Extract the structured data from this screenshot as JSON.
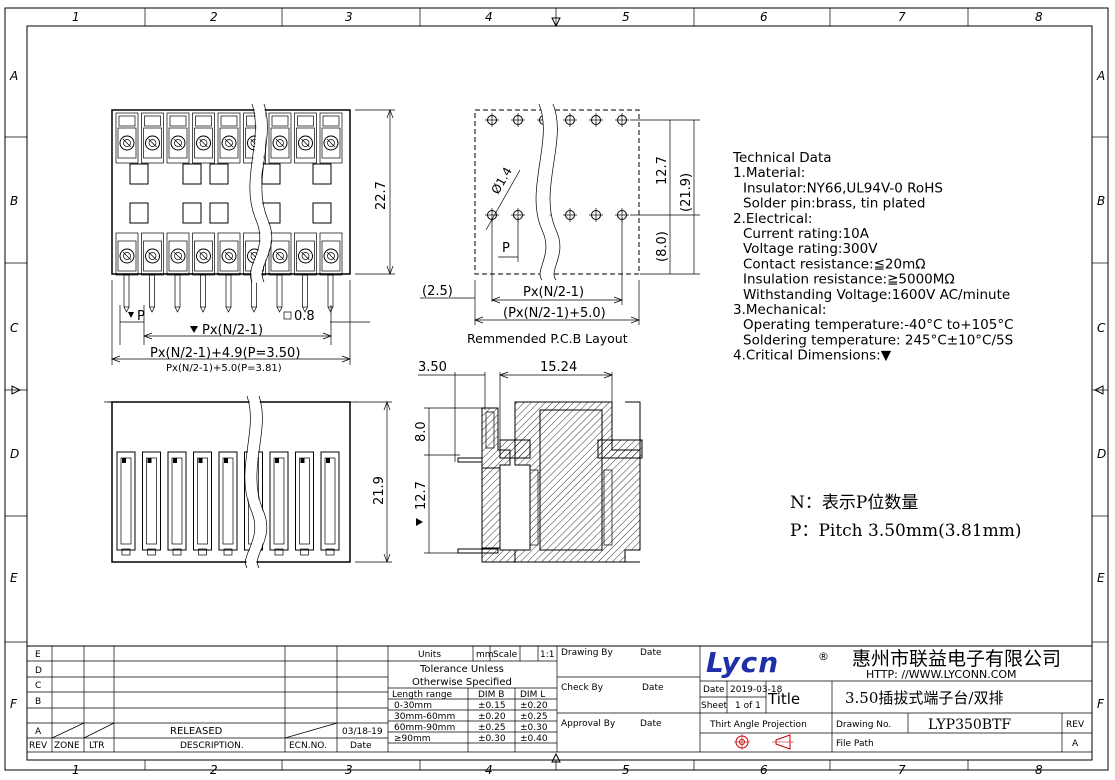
{
  "border": {
    "zone_cols": [
      "1",
      "2",
      "3",
      "4",
      "5",
      "6",
      "7",
      "8"
    ],
    "zone_rows": [
      "A",
      "B",
      "C",
      "D",
      "E",
      "F"
    ]
  },
  "views": {
    "front": {
      "dim_height": "22.7",
      "dim_p": "P",
      "dim_span": "Px(N/2-1)",
      "dim_pin": "0.8",
      "dim_total": "Px(N/2-1)+4.9(P=3.50)",
      "dim_total_alt": "Px(N/2-1)+5.0(P=3.81)"
    },
    "pcb": {
      "dim_hole": "Ø1.4",
      "dim_127": "12.7",
      "dim_219": "(21.9)",
      "dim_80": "(8.0)",
      "dim_25": "(2.5)",
      "dim_span": "Px(N/2-1)",
      "dim_span_total": "(Px(N/2-1)+5.0)",
      "dim_p": "P",
      "caption": "Remmended P.C.B Layout"
    },
    "bottom": {
      "dim_height": "21.9"
    },
    "side": {
      "dim_350": "3.50",
      "dim_1524": "15.24",
      "dim_80": "8.0",
      "dim_127": "12.7"
    }
  },
  "tech": {
    "lines": [
      "Technical Data",
      "1.Material:",
      "  Insulator:NY66,UL94V-0 RoHS",
      "  Solder pin:brass, tin plated",
      "2.Electrical:",
      "  Current rating:10A",
      "  Voltage rating:300V",
      "  Contact resistance:≦20mΩ",
      "  Insulation resistance:≧5000MΩ",
      "  Withstanding Voltage:1600V AC/minute",
      "3.Mechanical:",
      "  Operating temperature:-40°C to+105°C",
      "  Soldering temperature: 245°C±10°C/5S",
      "4.Critical Dimensions:▼"
    ]
  },
  "notes": {
    "n": "N：表示P位数量",
    "p": "P：Pitch 3.50mm(3.81mm)"
  },
  "title_block": {
    "rev_rows": [
      "E",
      "D",
      "C",
      "B",
      "A"
    ],
    "released": "RELEASED",
    "released_date": "03/18-19",
    "hdr_rev": "REV",
    "hdr_zone": "ZONE",
    "hdr_ltr": "LTR",
    "hdr_desc": "DESCRIPTION.",
    "hdr_ecn": "ECN.NO.",
    "hdr_date": "Date",
    "units_label": "Units",
    "units_val": "mm",
    "scale_label": "Scale",
    "scale_val": "1:1",
    "tol1": "Tolerance Unless",
    "tol2": "Otherwise Specified",
    "tol_headers": [
      "Length range",
      "DIM B",
      "DIM L"
    ],
    "tol_rows": [
      [
        "0-30mm",
        "±0.15",
        "±0.20"
      ],
      [
        "30mm-60mm",
        "±0.20",
        "±0.25"
      ],
      [
        "60mm-90mm",
        "±0.25",
        "±0.30"
      ],
      [
        "≥90mm",
        "±0.30",
        "±0.40"
      ]
    ],
    "drawing_by": "Drawing By",
    "check_by": "Check By",
    "approval_by": "Approval By",
    "date_lbl": "Date",
    "logo": "Lycn",
    "company_cn": "惠州市联益电子有限公司",
    "company_url": "HTTP: //WWW.LYCONN.COM",
    "date_label": "Date",
    "date_value": "2019-03-18",
    "sheet_label": "Sheet",
    "sheet_value": "1 of 1",
    "title_label": "Title",
    "title_value": "3.50插拔式端子台/双排",
    "projection": "Thirt Angle Projection",
    "drawing_no_label": "Drawing No.",
    "drawing_no": "LYP350BTF",
    "file_path_label": "File Path",
    "rev_label": "REV",
    "rev_value": "A"
  }
}
